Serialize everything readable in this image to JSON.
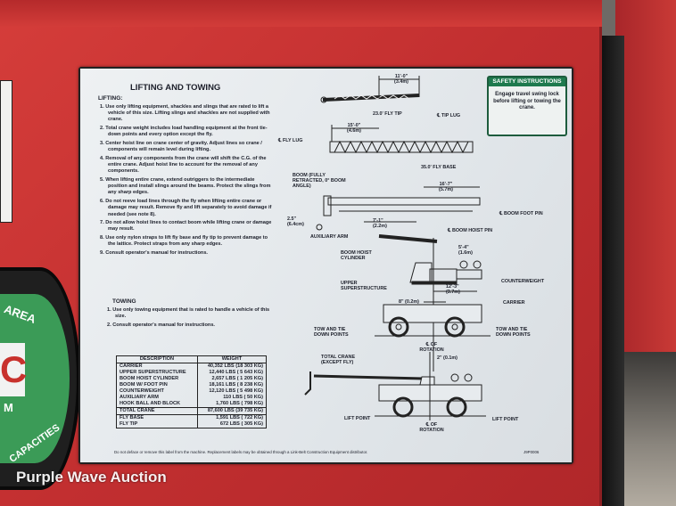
{
  "label": {
    "title": "LIFTING AND TOWING",
    "lifting_heading": "LIFTING:",
    "lifting_items": [
      "1. Use only lifting equipment, shackles and slings that are rated to lift a vehicle of this size. Lifting slings and shackles are not supplied with crane.",
      "2. Total crane weight includes load handling equipment at the front tie-down points and every option except the fly.",
      "3. Center hoist line on crane center of gravity. Adjust lines so crane / components will remain level during lifting.",
      "4. Removal of any components from the crane will shift the C.G. of the entire crane. Adjust hoist line to account for the removal of any components.",
      "5. When lifting entire crane, extend outriggers to the intermediate position and install slings around the beams. Protect the slings from any sharp edges.",
      "6. Do not reeve load lines through the fly when lifting entire crane or damage may result. Remove fly and lift separately to avoid damage if needed (see note 8).",
      "7. Do not allow hoist lines to contact boom while lifting crane or damage may result.",
      "8. Use only nylon straps to lift fly base and fly tip to prevent damage to the lattice. Protect straps from any sharp edges.",
      "9. Consult operator's manual for instructions."
    ],
    "towing_heading": "TOWING",
    "towing_items": [
      "1. Use only towing equipment that is rated to handle a vehicle of this size.",
      "2. Consult operator's manual for instructions."
    ],
    "table": {
      "headers": [
        "DESCRIPTION",
        "WEIGHT"
      ],
      "rows": [
        [
          "CARRIER",
          "40,352 LBS (18 303 KG)"
        ],
        [
          "UPPER SUPERSTRUCTURE",
          "12,440 LBS ( 5 643 KG)"
        ],
        [
          "BOOM HOIST CYLINDER",
          "2,657 LBS ( 1 205 KG)"
        ],
        [
          "BOOM W/ FOOT PIN",
          "18,161 LBS ( 8 238 KG)"
        ],
        [
          "COUNTERWEIGHT",
          "12,120 LBS ( 5 498 KG)"
        ],
        [
          "AUXILIARY ARM",
          "110 LBS ( 50 KG)"
        ],
        [
          "HOOK BALL AND BLOCK",
          "1,760 LBS ( 798 KG)"
        ]
      ],
      "total": [
        "TOTAL CRANE",
        "87,600 LBS (39 735 KG)"
      ],
      "fly_rows": [
        [
          "FLY BASE",
          "1,591 LBS ( 722 KG)"
        ],
        [
          "FLY TIP",
          "672 LBS ( 305 KG)"
        ]
      ]
    },
    "safety": {
      "heading": "SAFETY INSTRUCTIONS",
      "body": "Engage travel swing lock before lifting or towing the crane."
    },
    "diagram": {
      "d1": "11'-0\" (3.4m)",
      "fly_tip": "23.0' FLY TIP",
      "tip_lug": "℄ TIP LUG",
      "d2": "15'-0\" (4.6m)",
      "fly_lug": "℄ FLY LUG",
      "fly_base": "35.0' FLY BASE",
      "boom": "BOOM (FULLY RETRACTED, 0° BOOM ANGLE)",
      "d3": "16'-7\" (5.7m)",
      "boom_foot_pin": "℄ BOOM FOOT PIN",
      "d4": "2.5\" (6.4cm)",
      "d5": "7'-1\" (2.2m)",
      "boom_hoist_pin": "℄ BOOM HOIST PIN",
      "aux_arm": "AUXILIARY ARM",
      "d6": "5'-4\" (1.6m)",
      "boom_hoist_cyl": "BOOM HOIST CYLINDER",
      "upper": "UPPER SUPERSTRUCTURE",
      "counterweight": "COUNTERWEIGHT",
      "d7": "12'-3\" (3.7m)",
      "d8": "8\" (0.2m)",
      "carrier": "CARRIER",
      "tow_left": "TOW AND TIE DOWN POINTS",
      "tow_right": "TOW AND TIE DOWN POINTS",
      "rot1": "℄ OF ROTATION",
      "total_crane": "TOTAL CRANE (EXCEPT FLY)",
      "d9": "2\" (0.1m)",
      "lift_left": "LIFT POINT",
      "lift_right": "LIFT POINT",
      "rot2": "℄ OF ROTATION"
    },
    "footer": "Do not deface or remove this label from the machine. Replacement labels may be obtained through a Link-Belt Construction Equipment distributor.",
    "code": "J9P0006"
  },
  "decal": {
    "letter": "C",
    "text1": "AREA",
    "text2": "M",
    "text3": "CAPACITIES"
  },
  "watermark": "Purple Wave Auction"
}
